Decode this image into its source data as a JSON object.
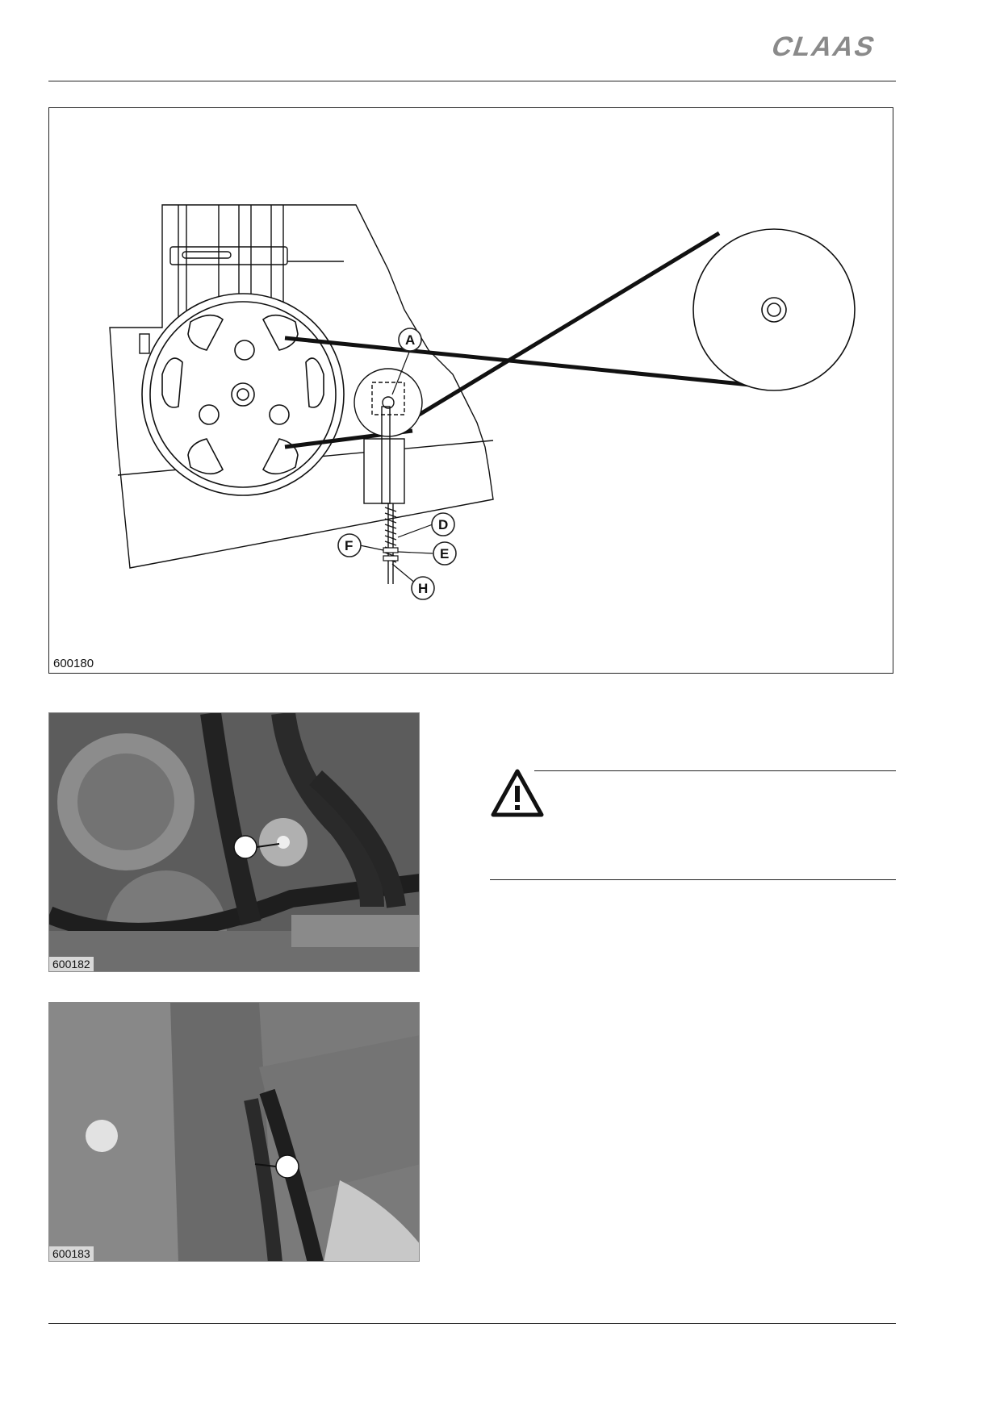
{
  "header": {
    "logo_text": "CLAAS"
  },
  "figure_main": {
    "number": "600180",
    "callouts": [
      "A",
      "D",
      "E",
      "F",
      "H"
    ]
  },
  "photo_1": {
    "number": "600182"
  },
  "photo_2": {
    "number": "600183"
  },
  "warning": {
    "icon": "warning-triangle-icon"
  },
  "colors": {
    "rule": "#222222",
    "photo_gray": "#6b6b6b"
  }
}
